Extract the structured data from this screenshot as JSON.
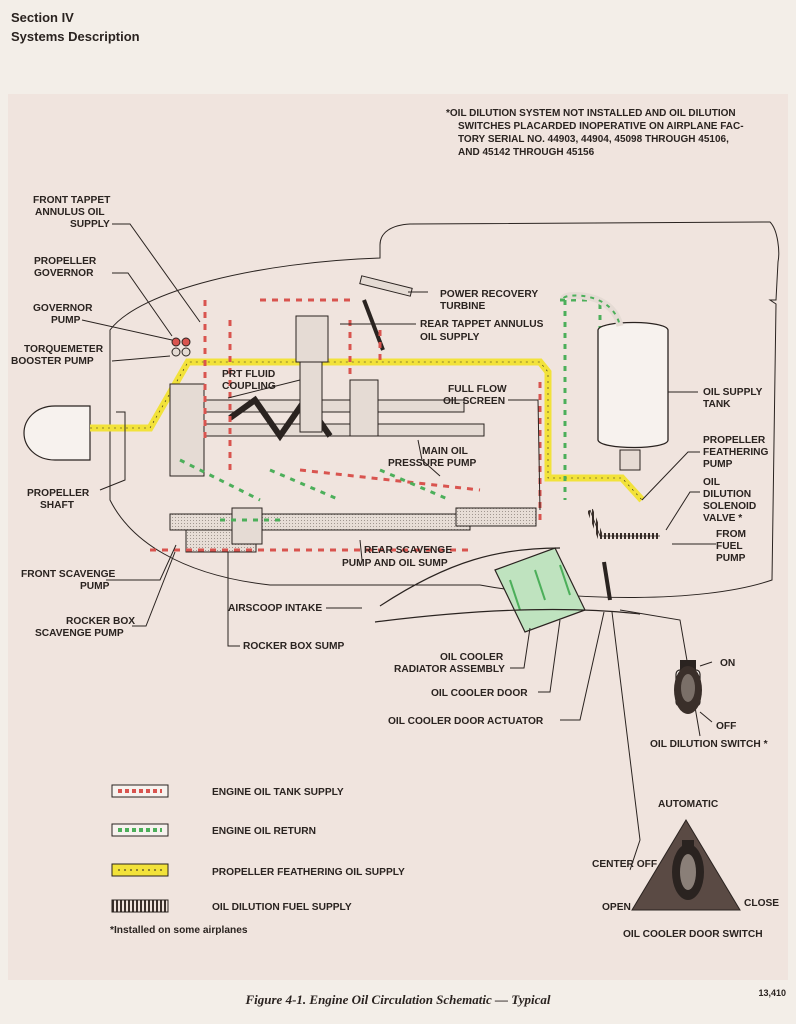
{
  "header": {
    "section": "Section IV",
    "subtitle": "Systems Description"
  },
  "note": [
    "*OIL DILUTION SYSTEM NOT INSTALLED AND OIL DILUTION",
    "SWITCHES PLACARDED INOPERATIVE ON AIRPLANE FAC-",
    "TORY SERIAL NO. 44903, 44904, 45098 THROUGH 45106,",
    "AND 45142 THROUGH 45156"
  ],
  "labels": {
    "front_tappet": [
      "FRONT TAPPET",
      "ANNULUS OIL",
      "SUPPLY"
    ],
    "prop_governor": [
      "PROPELLER",
      "GOVERNOR"
    ],
    "governor_pump": [
      "GOVERNOR",
      "PUMP"
    ],
    "torquemeter": [
      "TORQUEMETER",
      "BOOSTER PUMP"
    ],
    "prop_shaft": [
      "PROPELLER",
      "SHAFT"
    ],
    "front_scavenge": [
      "FRONT SCAVENGE",
      "PUMP"
    ],
    "rocker_scavenge": [
      "ROCKER BOX",
      "SCAVENGE PUMP"
    ],
    "power_recovery": [
      "POWER RECOVERY",
      "TURBINE"
    ],
    "rear_tappet": [
      "REAR TAPPET ANNULUS",
      "OIL SUPPLY"
    ],
    "prt_coupling": [
      "PRT FLUID",
      "COUPLING"
    ],
    "full_flow": [
      "FULL FLOW",
      "OIL SCREEN"
    ],
    "main_oil": [
      "MAIN OIL",
      "PRESSURE PUMP"
    ],
    "rear_scavenge": [
      "REAR SCAVENGE",
      "PUMP AND OIL SUMP"
    ],
    "airscoop": "AIRSCOOP INTAKE",
    "rocker_sump": "ROCKER BOX SUMP",
    "oil_cooler_rad": [
      "OIL COOLER",
      "RADIATOR ASSEMBLY"
    ],
    "oil_cooler_door": "OIL COOLER DOOR",
    "oil_cooler_actuator": "OIL COOLER DOOR ACTUATOR",
    "oil_supply_tank": [
      "OIL SUPPLY",
      "TANK"
    ],
    "prop_feathering_pump": [
      "PROPELLER",
      "FEATHERING",
      "PUMP"
    ],
    "oil_dilution_valve": [
      "OIL",
      "DILUTION",
      "SOLENOID",
      "VALVE *"
    ],
    "from_fuel": [
      "FROM",
      "FUEL",
      "PUMP"
    ],
    "on": "ON",
    "off": "OFF",
    "oil_dilution_switch": "OIL DILUTION SWITCH *",
    "automatic": "AUTOMATIC",
    "center_off": "CENTER OFF",
    "open": "OPEN",
    "close": "CLOSE",
    "oil_cooler_door_switch": "OIL COOLER DOOR SWITCH"
  },
  "legend": [
    {
      "label": "ENGINE OIL TANK SUPPLY",
      "color": "#d9544f"
    },
    {
      "label": "ENGINE OIL RETURN",
      "color": "#4caf5a"
    },
    {
      "label": "PROPELLER FEATHERING OIL SUPPLY",
      "color": "#f2e23a"
    },
    {
      "label": "OIL DILUTION FUEL SUPPLY",
      "color": "#3a2f2a"
    }
  ],
  "legend_note": "*Installed on some airplanes",
  "caption": "Figure 4-1.  Engine Oil Circulation Schematic — Typical",
  "figure_number": "13,410"
}
